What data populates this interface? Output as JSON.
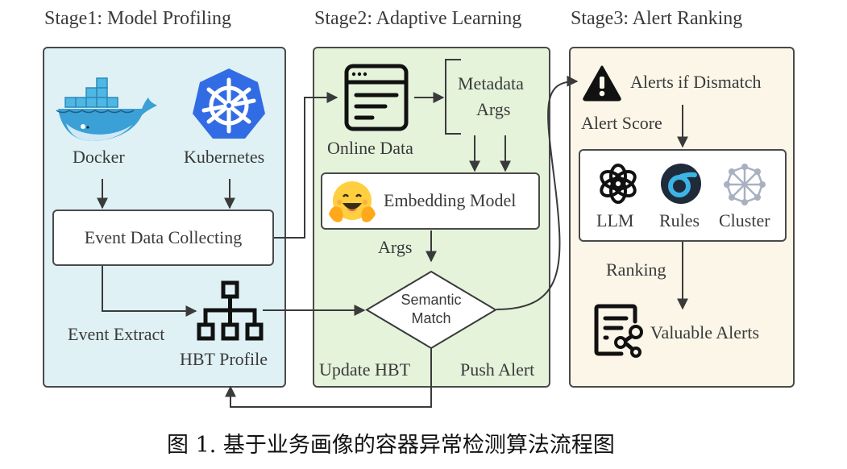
{
  "stages": [
    {
      "title": "Stage1: Model Profiling",
      "bg": "#dff1f5"
    },
    {
      "title": "Stage2: Adaptive Learning",
      "bg": "#e4f3da"
    },
    {
      "title": "Stage3: Alert Ranking",
      "bg": "#fbf6e8"
    }
  ],
  "stage1": {
    "docker_label": "Docker",
    "kubernetes_label": "Kubernetes",
    "collect_box": "Event Data Collecting",
    "extract_label": "Event Extract",
    "profile_label": "HBT Profile"
  },
  "stage2": {
    "online_data_label": "Online Data",
    "metadata_label": "Metadata",
    "args_label": "Args",
    "embedding_box": "Embedding Model",
    "args_edge_label": "Args",
    "decision_line1": "Semantic",
    "decision_line2": "Match",
    "update_label": "Update HBT",
    "push_label": "Push Alert"
  },
  "stage3": {
    "alert_label": "Alerts if Dismatch",
    "score_label": "Alert Score",
    "methods": [
      {
        "label": "LLM",
        "icon": "openai-icon"
      },
      {
        "label": "Rules",
        "icon": "rules-icon"
      },
      {
        "label": "Cluster",
        "icon": "cluster-icon"
      }
    ],
    "ranking_label": "Ranking",
    "valuable_label": "Valuable Alerts"
  },
  "caption": "图 1. 基于业务画像的容器异常检测算法流程图",
  "colors": {
    "docker_blue": "#2f8fc9",
    "kubernetes_blue": "#326ce5",
    "rules_dark": "#1f2a3a",
    "rules_cyan": "#3cb4e5",
    "cluster_gray": "#a9b0c0",
    "hug_yellow": "#ffcf3f"
  }
}
